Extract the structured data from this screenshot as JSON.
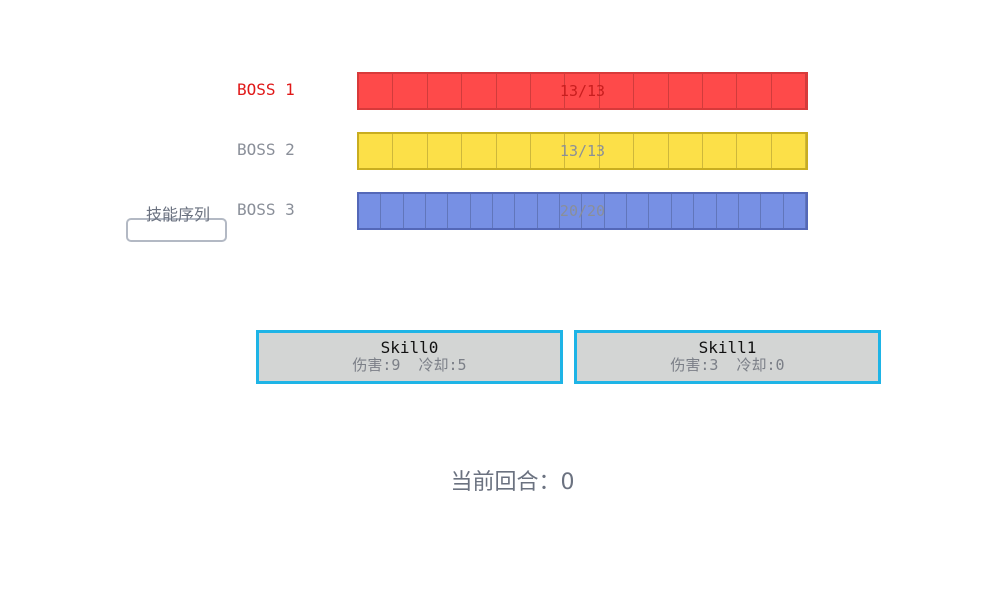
{
  "bosses": [
    {
      "label": "BOSS 1",
      "hp_text": "13/13",
      "hp_current": 13,
      "hp_max": 13,
      "segments": 13,
      "fill_color": "#fe4a4a",
      "border_color": "#d83a3a",
      "text_color": "#c81e1e",
      "label_color": "#e01818",
      "selected": true
    },
    {
      "label": "BOSS 2",
      "hp_text": "13/13",
      "hp_current": 13,
      "hp_max": 13,
      "segments": 13,
      "fill_color": "#fce048",
      "border_color": "#c9ad20",
      "text_color": "#8a8f99",
      "label_color": "#8a8f99",
      "selected": false
    },
    {
      "label": "BOSS 3",
      "hp_text": "20/20",
      "hp_current": 20,
      "hp_max": 20,
      "segments": 20,
      "fill_color": "#7790e4",
      "border_color": "#5468b8",
      "text_color": "#8a8f99",
      "label_color": "#8a8f99",
      "selected": false
    }
  ],
  "skill_sequence": {
    "label": "技能序列",
    "value": ""
  },
  "skills": [
    {
      "name": "Skill0",
      "stats": "伤害:9  冷却:5",
      "damage": 9,
      "cooldown": 5
    },
    {
      "name": "Skill1",
      "stats": "伤害:3  冷却:0",
      "damage": 3,
      "cooldown": 0
    }
  ],
  "round": {
    "text": "当前回合：0",
    "value": 0
  },
  "colors": {
    "skill_border": "#1eb4e6",
    "skill_fill": "#d3d5d4"
  }
}
